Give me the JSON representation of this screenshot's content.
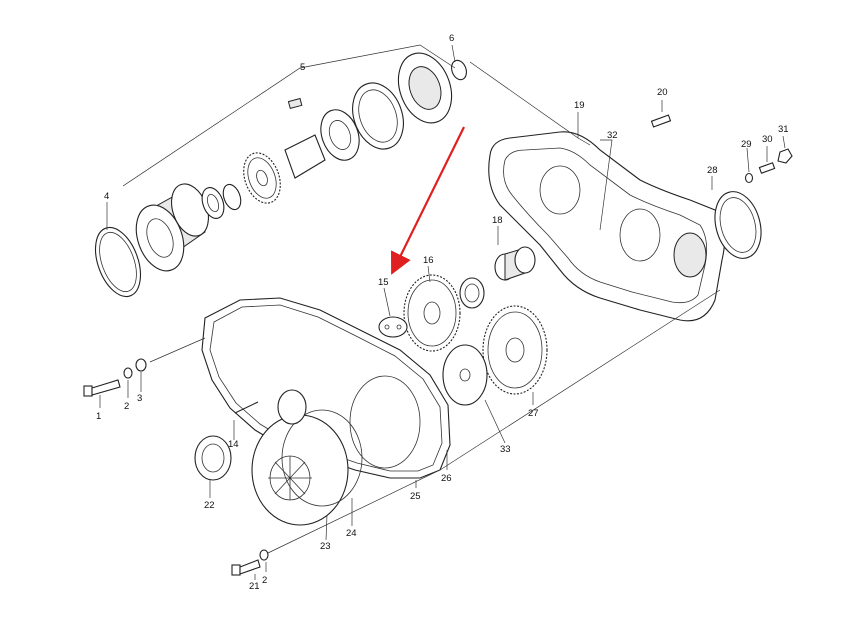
{
  "diagram": {
    "callouts": {
      "c1": "1",
      "c2a": "2",
      "c3": "3",
      "c4": "4",
      "c5": "5",
      "c6": "6",
      "c14": "14",
      "c15": "15",
      "c16": "16",
      "c18": "18",
      "c19": "19",
      "c20": "20",
      "c21": "21",
      "c2b": "2",
      "c22": "22",
      "c23": "23",
      "c24": "24",
      "c25": "25",
      "c26": "26",
      "c27": "27",
      "c28": "28",
      "c29": "29",
      "c30": "30",
      "c31": "31",
      "c32": "32",
      "c33": "33"
    },
    "highlight_arrow_color": "#e02020",
    "line_color": "#222222"
  }
}
